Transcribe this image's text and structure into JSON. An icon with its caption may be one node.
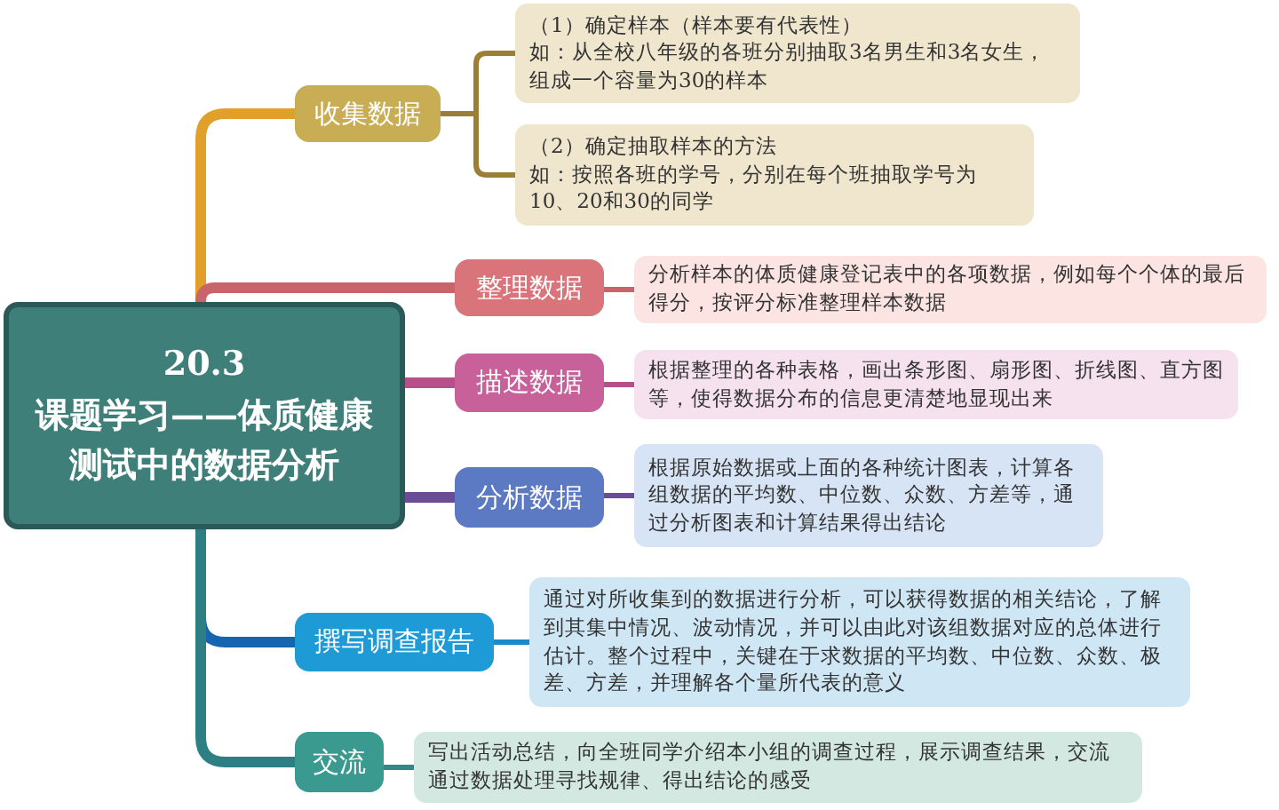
{
  "diagram": {
    "nodes": [
      {
        "text": [
          "20.3",
          "课题学习——体质健康测试中的数据分析"
        ]
      },
      {
        "text": [
          "收集数据"
        ]
      },
      {
        "text": [
          "（1）确定样本（样本要有代表性）",
          "如：从全校八年级的各班分别抽取3名男生和3名女生，组成一个容量为30的样本"
        ]
      },
      {
        "text": [
          "（2）确定抽取样本的方法",
          "如：按照各班的学号，分别在每个班抽取学号为10、20和30的同学"
        ]
      },
      {
        "text": [
          "整理数据"
        ]
      },
      {
        "text": [
          "分析样本的体质健康登记表中的各项数据，例如每个个体的最后得分，按评分标准整理样本数据"
        ]
      },
      {
        "text": [
          "描述数据"
        ]
      },
      {
        "text": [
          "根据整理的各种表格，画出条形图、扇形图、折线图、直方图等，使得数据分布的信息更清楚地显现出来"
        ]
      },
      {
        "text": [
          "分析数据"
        ]
      },
      {
        "text": [
          "根据原始数据或上面的各种统计图表，计算各组数据的平均数、中位数、众数、方差等，通过分析图表和计算结果得出结论"
        ]
      },
      {
        "text": [
          "撰写调查报告"
        ]
      },
      {
        "text": [
          "通过对所收集到的数据进行分析，可以获得数据的相关结论，了解到其集中情况、波动情况，并可以由此对该组数据对应的总体进行估计。整个过程中，关键在于求数据的平均数、中位数、众数、极差、方差，并理解各个量所代表的意义"
        ]
      },
      {
        "text": [
          "交流"
        ]
      },
      {
        "text": [
          "写出活动总结，向全班同学介绍本小组的调查过程，展示调查结果，交流通过数据处理寻找规律、得出结论的感受"
        ]
      }
    ],
    "edges": [
      {
        "from": 0,
        "to": 1,
        "arrow": "none",
        "style": "thick",
        "color": "#e0a02a"
      },
      {
        "from": 1,
        "to": 2,
        "arrow": "none",
        "color": "#9a7f35"
      },
      {
        "from": 1,
        "to": 3,
        "arrow": "none",
        "color": "#9a7f35"
      },
      {
        "from": 0,
        "to": 4,
        "arrow": "none",
        "style": "thick",
        "color": "#c9646a"
      },
      {
        "from": 4,
        "to": 5,
        "arrow": "none",
        "color": "#c9646a"
      },
      {
        "from": 0,
        "to": 6,
        "arrow": "none",
        "style": "thick",
        "color": "#b5508a"
      },
      {
        "from": 6,
        "to": 7,
        "arrow": "none",
        "color": "#b5508a"
      },
      {
        "from": 0,
        "to": 8,
        "arrow": "none",
        "style": "thick",
        "color": "#6a4c9a"
      },
      {
        "from": 8,
        "to": 9,
        "arrow": "none",
        "color": "#6a4c9a"
      },
      {
        "from": 0,
        "to": 10,
        "arrow": "none",
        "style": "thick",
        "color": "#1565b0"
      },
      {
        "from": 10,
        "to": 11,
        "arrow": "none",
        "color": "#1a8ac8"
      },
      {
        "from": 0,
        "to": 12,
        "arrow": "none",
        "style": "thick",
        "color": "#2e7f84"
      },
      {
        "from": 12,
        "to": 13,
        "arrow": "none",
        "color": "#2e8a84"
      }
    ]
  }
}
